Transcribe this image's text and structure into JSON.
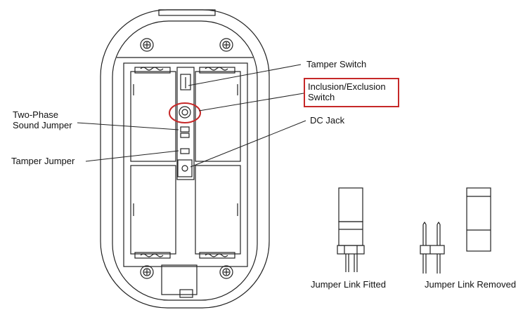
{
  "labels": {
    "tamper_switch": "Tamper Switch",
    "inclusion_exclusion_switch": "Inclusion/Exclusion\nSwitch",
    "dc_jack": "DC Jack",
    "two_phase_sound_jumper": "Two-Phase\nSound Jumper",
    "tamper_jumper": "Tamper Jumper",
    "jumper_link_fitted": "Jumper Link Fitted",
    "jumper_link_removed": "Jumper Link Removed"
  },
  "colors": {
    "line": "#222222",
    "highlight": "#c62828",
    "background": "#ffffff"
  }
}
